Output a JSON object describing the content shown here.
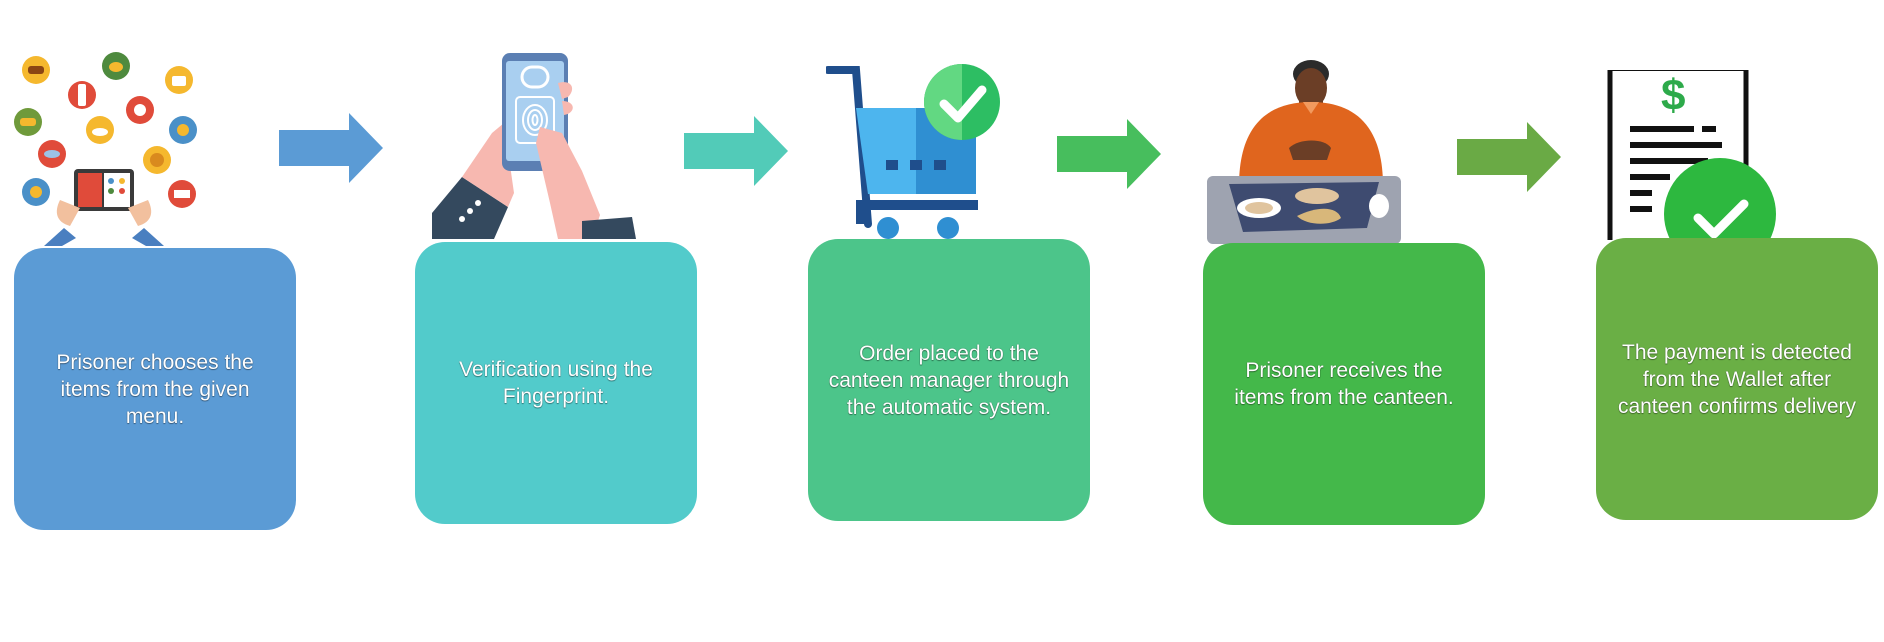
{
  "steps": [
    {
      "text": "Prisoner chooses the items from the given menu.",
      "color": "#5B9BD5",
      "icon": "tablet-menu-icon"
    },
    {
      "text": "Verification using the Fingerprint.",
      "color": "#52CBCB",
      "icon": "fingerprint-phone-icon"
    },
    {
      "text": "Order placed to the canteen manager through the automatic system.",
      "color": "#4CC58A",
      "icon": "shopping-cart-check-icon"
    },
    {
      "text": "Prisoner receives the items from the canteen.",
      "color": "#44B84A",
      "icon": "prisoner-meal-icon"
    },
    {
      "text": "The payment is detected from the Wallet after canteen confirms delivery",
      "color": "#6AAF45",
      "icon": "receipt-check-icon"
    }
  ],
  "arrows": [
    {
      "color": "#5B9BD5"
    },
    {
      "color": "#52CBB8"
    },
    {
      "color": "#47BE5D"
    },
    {
      "color": "#6AAA45"
    }
  ]
}
